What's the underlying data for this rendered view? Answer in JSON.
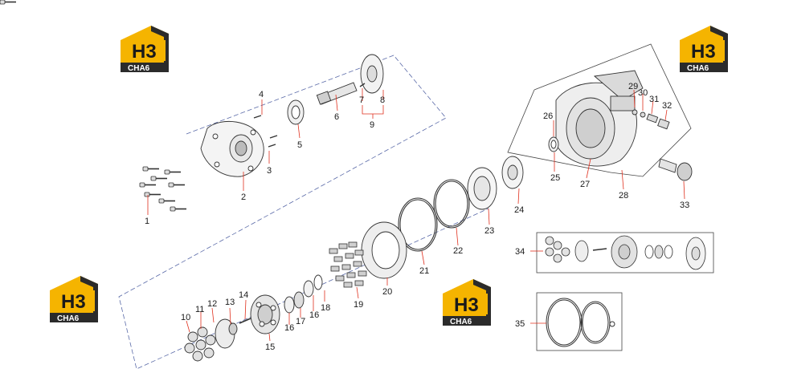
{
  "logo": {
    "mark": "H3",
    "word": "CHA6"
  },
  "callouts": [
    "1",
    "2",
    "3",
    "4",
    "5",
    "6",
    "7",
    "8",
    "9",
    "10",
    "11",
    "12",
    "13",
    "14",
    "15",
    "16",
    "17",
    "16",
    "18",
    "19",
    "20",
    "21",
    "22",
    "23",
    "24",
    "25",
    "26",
    "27",
    "28",
    "29",
    "30",
    "31",
    "32",
    "33",
    "34",
    "35"
  ],
  "colors": {
    "logo_yellow": "#f5b400",
    "logo_dark": "#2b2b2b",
    "leader": "#e0301e",
    "outline": "#444444"
  }
}
